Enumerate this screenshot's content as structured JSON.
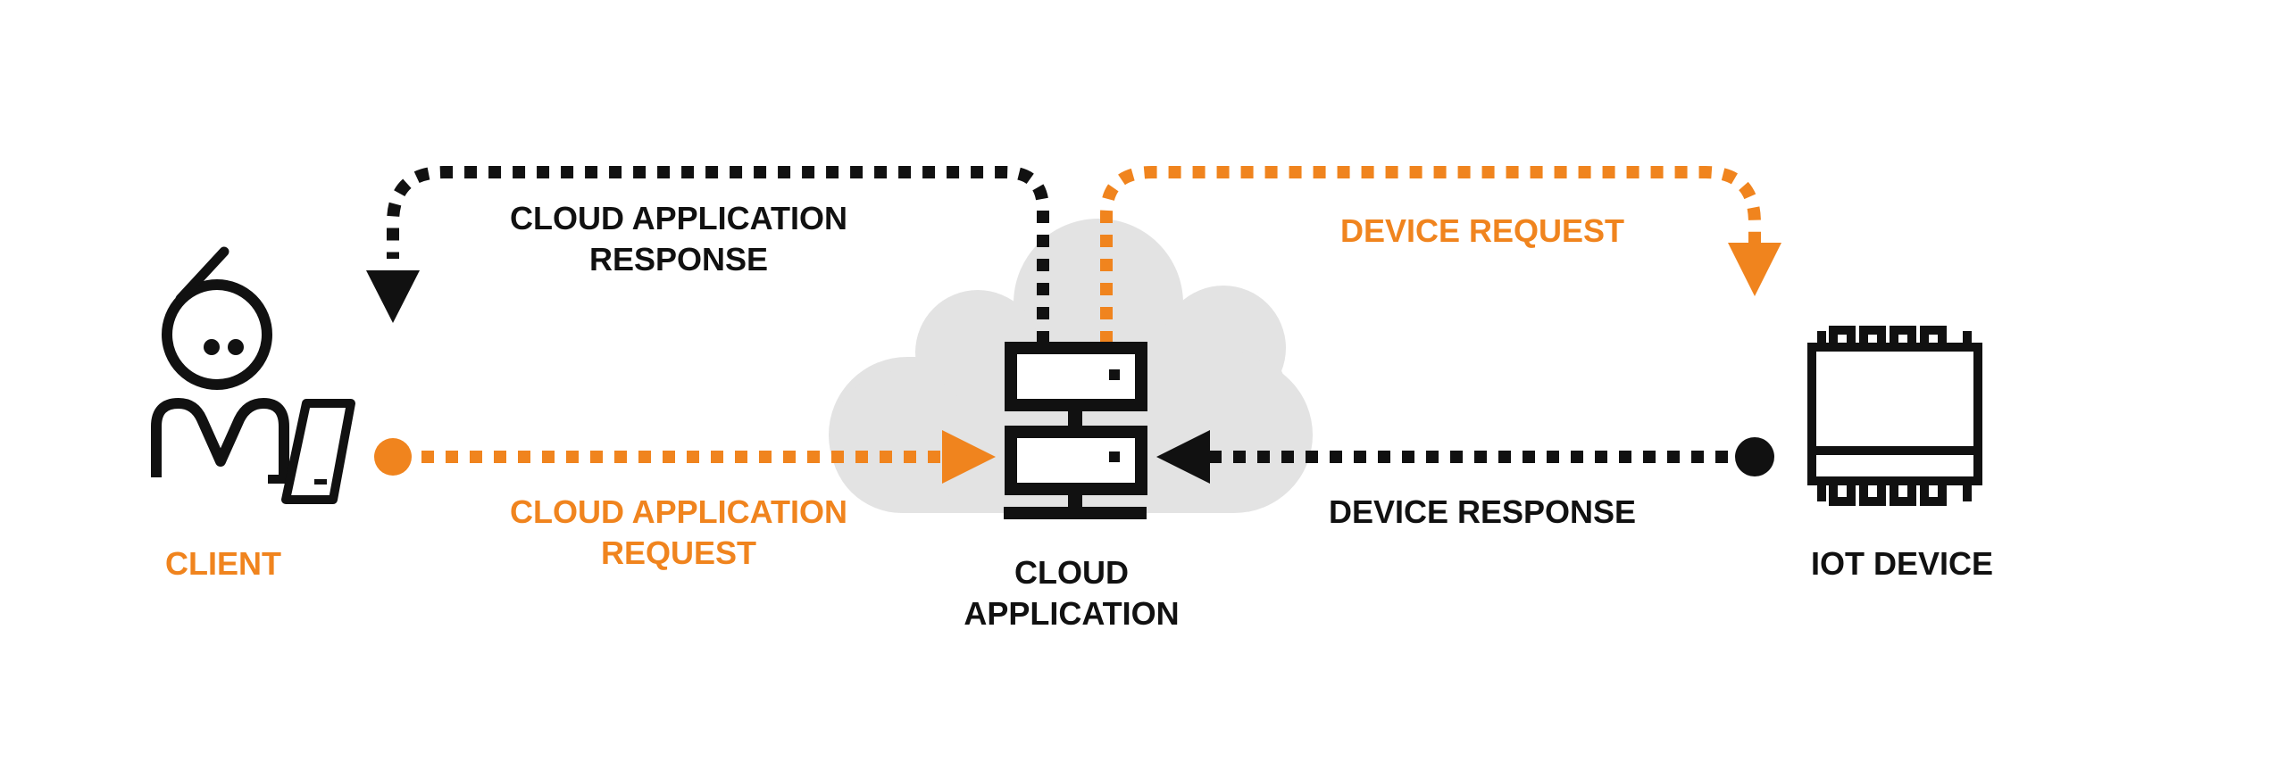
{
  "colors": {
    "accent": "#f0841e",
    "ink": "#111111",
    "cloud": "#e3e3e3"
  },
  "nodes": {
    "client": {
      "label": "CLIENT",
      "icon": "person-with-phone-icon"
    },
    "cloud_app": {
      "label_line1": "CLOUD",
      "label_line2": "APPLICATION",
      "icon": "server-cloud-icon"
    },
    "iot_device": {
      "label": "IOT DEVICE",
      "icon": "microchip-icon"
    }
  },
  "flows": {
    "cloud_app_request": {
      "line1": "CLOUD APPLICATION",
      "line2": "REQUEST",
      "color": "#f0841e"
    },
    "cloud_app_response": {
      "line1": "CLOUD APPLICATION",
      "line2": "RESPONSE",
      "color": "#111111"
    },
    "device_request": {
      "line1": "DEVICE REQUEST",
      "color": "#f0841e"
    },
    "device_response": {
      "line1": "DEVICE RESPONSE",
      "color": "#111111"
    }
  }
}
